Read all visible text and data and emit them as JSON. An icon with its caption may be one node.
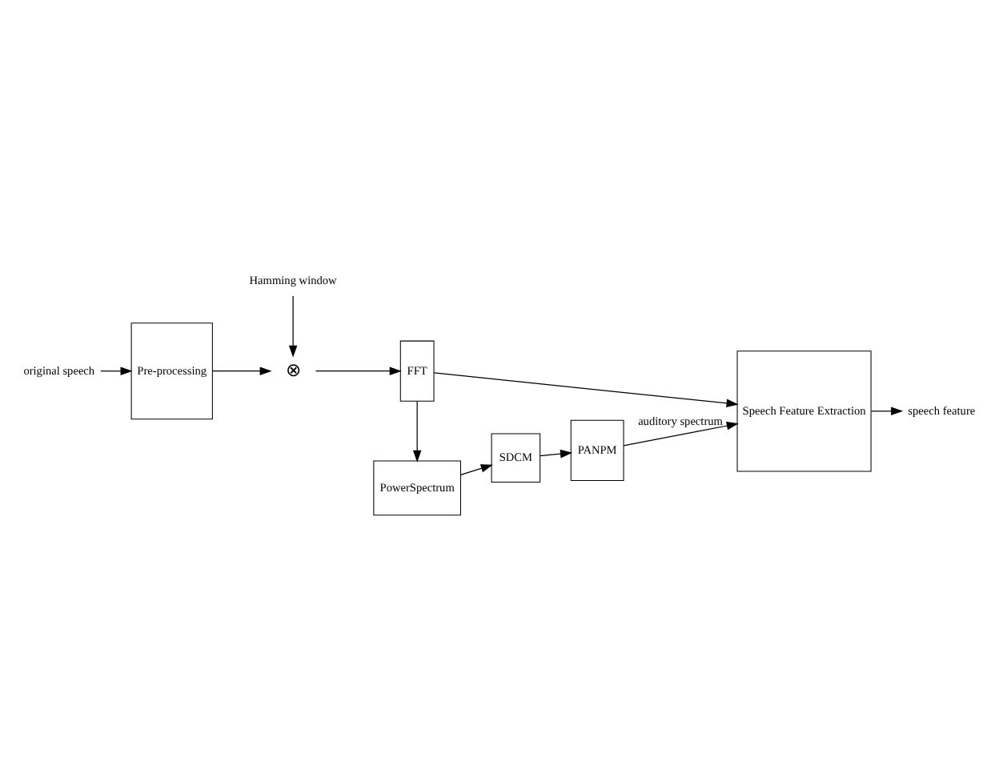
{
  "diagram": {
    "nodes": [
      {
        "text": [
          "original speech"
        ]
      },
      {
        "text": [
          "Pre-processing"
        ]
      },
      {
        "text": [
          "Hamming window"
        ]
      },
      {
        "text": [
          "⊗"
        ]
      },
      {
        "text": [
          "FFT"
        ]
      },
      {
        "text": [
          "Speech Feature Extraction"
        ]
      },
      {
        "text": [
          "speech feature"
        ]
      },
      {
        "text": [
          "PowerSpectrum"
        ]
      },
      {
        "text": [
          "SDCM"
        ]
      },
      {
        "text": [
          "PANPM"
        ]
      }
    ],
    "edges": [
      {
        "from": 0,
        "to": 1,
        "arrow": "to"
      },
      {
        "from": 1,
        "to": 3,
        "arrow": "to"
      },
      {
        "from": 2,
        "to": 3,
        "arrow": "to"
      },
      {
        "from": 3,
        "to": 4,
        "arrow": "to"
      },
      {
        "from": 4,
        "to": 5,
        "arrow": "to"
      },
      {
        "from": 4,
        "to": 7,
        "arrow": "to"
      },
      {
        "from": 7,
        "to": 8,
        "arrow": "to"
      },
      {
        "from": 8,
        "to": 9,
        "arrow": "to"
      },
      {
        "from": 9,
        "to": 5,
        "arrow": "to",
        "label": "auditory spectrum"
      },
      {
        "from": 5,
        "to": 6,
        "arrow": "to"
      }
    ]
  }
}
